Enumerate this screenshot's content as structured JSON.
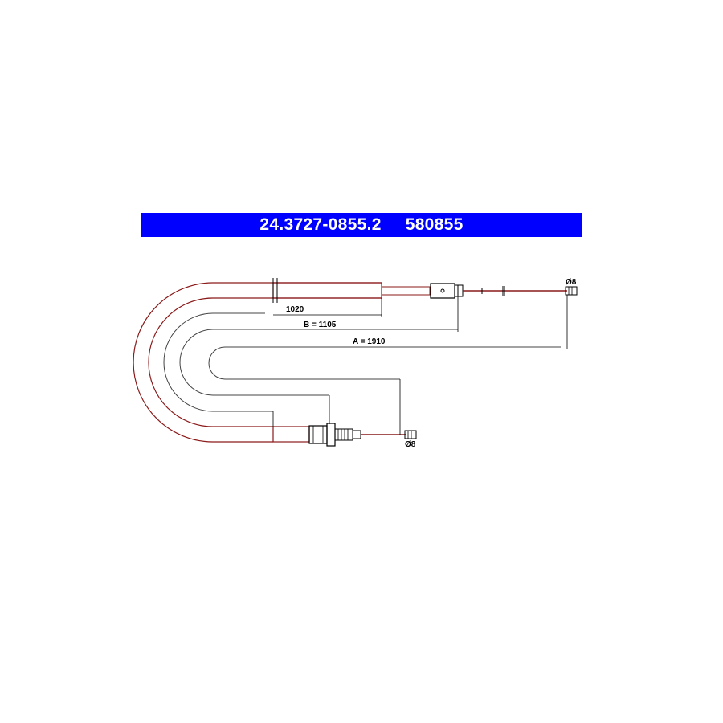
{
  "header": {
    "part_number": "24.3727-0855.2",
    "reference_number": "580855",
    "background_color": "#0000ff",
    "text_color": "#ffffff"
  },
  "dimensions": {
    "sheath_length": "1020",
    "length_b": "B = 1105",
    "length_a": "A = 1910",
    "diameter_top": "Ø8",
    "diameter_bottom": "Ø8"
  },
  "line_color": "#000000",
  "sheath_color": "#8b1a1a"
}
